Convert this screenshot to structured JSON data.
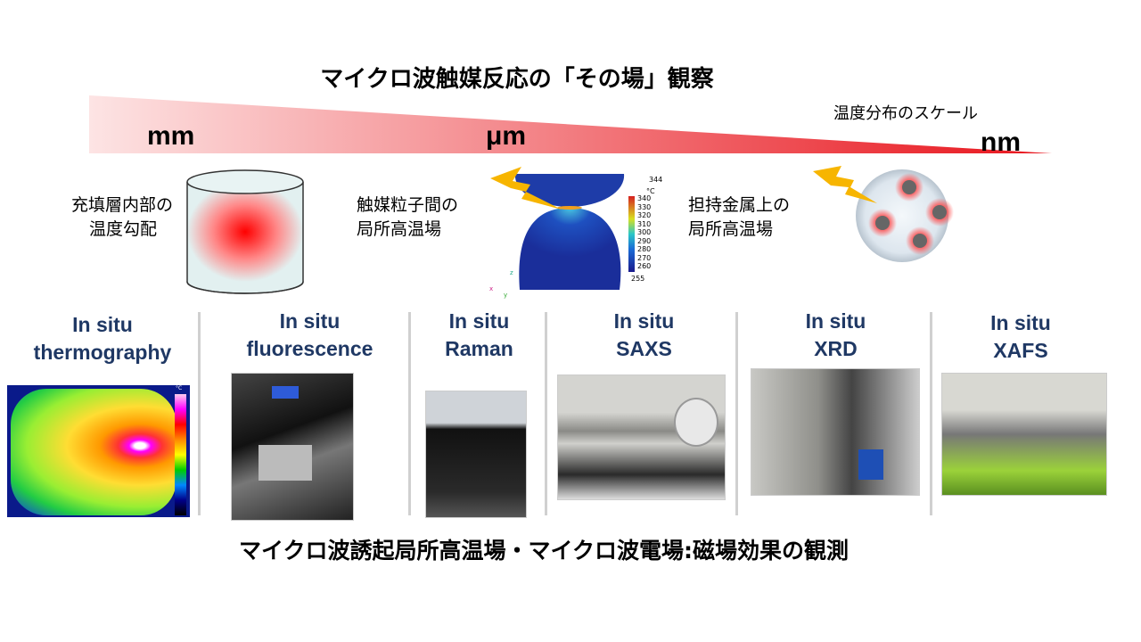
{
  "title": "マイクロ波触媒反応の「その場」観察",
  "scale": {
    "label": "温度分布のスケール",
    "mm": "mm",
    "um": "μm",
    "nm": "nm"
  },
  "scales": [
    {
      "line1": "充填層内部の",
      "line2": "温度勾配"
    },
    {
      "line1": "触媒粒子間の",
      "line2": "局所高温場"
    },
    {
      "line1": "担持金属上の",
      "line2": "局所高温場"
    }
  ],
  "simulation": {
    "unit": "°C",
    "max": "344",
    "min": "255",
    "ticks": [
      "340",
      "330",
      "320",
      "310",
      "300",
      "290",
      "280",
      "270",
      "260"
    ],
    "axes": {
      "x": "x",
      "y": "y",
      "z": "z"
    }
  },
  "techniques": [
    {
      "line1": "In situ",
      "line2": "thermography"
    },
    {
      "line1": "In situ",
      "line2": "fluorescence"
    },
    {
      "line1": "In situ",
      "line2": "Raman"
    },
    {
      "line1": "In situ",
      "line2": "SAXS"
    },
    {
      "line1": "In situ",
      "line2": "XRD"
    },
    {
      "line1": "In situ",
      "line2": "XAFS"
    }
  ],
  "thermo_unit": "°C",
  "footer": "マイクロ波誘起局所高温場・マイクロ波電場:磁場効果の観測",
  "colors": {
    "accent": "#1F3864",
    "wedge_start": "#fde4e4",
    "wedge_end": "#e8141c"
  }
}
